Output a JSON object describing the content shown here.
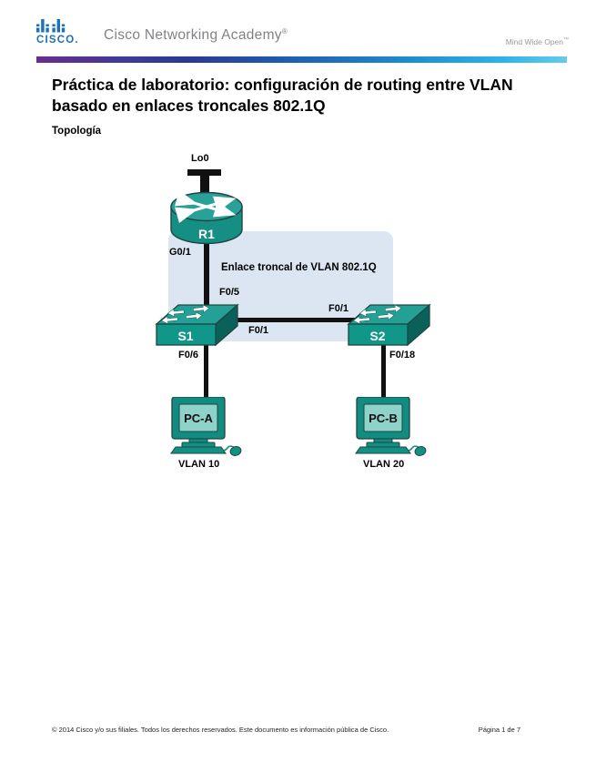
{
  "header": {
    "logo_text": "CISCO.",
    "brand": "Cisco Networking Academy",
    "brand_mark": "®",
    "tagline": "Mind Wide Open",
    "tagline_mark": "™"
  },
  "title": {
    "line1": "Práctica de laboratorio: configuración de routing entre VLAN",
    "line2": "basado en enlaces troncales 802.1Q"
  },
  "section_heading": "Topología",
  "topology": {
    "trunk_label": "Enlace troncal de VLAN 802.1Q",
    "router": {
      "label": "R1",
      "loopback_label": "Lo0",
      "port_to_s1": "G0/1"
    },
    "switch1": {
      "label": "S1",
      "port_to_router": "F0/5",
      "trunk_port": "F0/1",
      "access_port": "F0/6"
    },
    "switch2": {
      "label": "S2",
      "trunk_port": "F0/1",
      "access_port": "F0/18"
    },
    "pc_a": {
      "label": "PC-A",
      "vlan": "VLAN 10"
    },
    "pc_b": {
      "label": "PC-B",
      "vlan": "VLAN 20"
    }
  },
  "footer": {
    "copyright": "© 2014 Cisco y/o sus filiales. Todos los derechos reservados. Este documento es información pública de Cisco.",
    "page_indicator": "Página 1 de 7"
  },
  "colors": {
    "device_teal": "#11968a",
    "device_teal_top": "#2aa198",
    "device_teal_dark": "#0a6159",
    "device_screen": "#8fd2c9",
    "device_outline": "#1e4742",
    "trunk_box_fill": "#dce6f2",
    "link_line": "#111111",
    "cisco_blue": "#1d70b7",
    "brand_gray": "#808285",
    "bar_gradient_start": "#6a2c8f",
    "bar_gradient_end": "#66cbee"
  }
}
